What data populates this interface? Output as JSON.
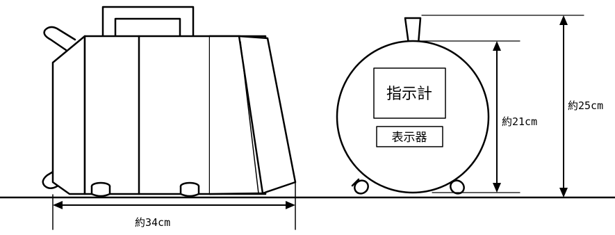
{
  "labels": {
    "width_dimension": "約34cm",
    "body_height_dimension": "約21cm",
    "total_height_dimension": "約25cm",
    "indicator_panel": "指示計",
    "display_panel": "表示器"
  }
}
